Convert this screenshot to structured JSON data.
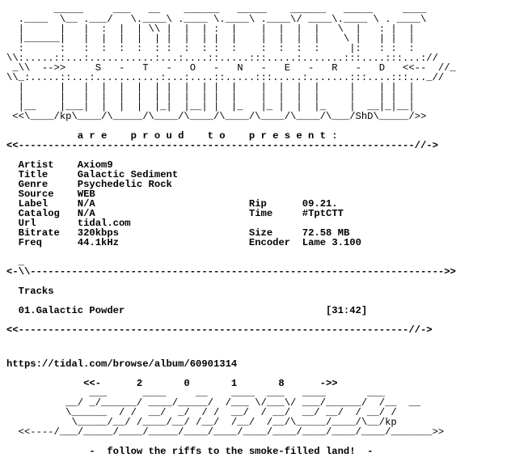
{
  "header_art": [
    "        _____     ___   __    ______   _____    ______   _____     ____",
    "  .____  \\__ .___/   \\.____\\ .____ \\.____\\ .____\\/ ____\\.____ \\ . ____\\",
    "  |      |   |  :  |  | \\\\ |  |  | :  |    |  |  |  |   \\  |   : |  |",
    "  |______|   |  |  |  |  | |  |  | |  |    |  |  |  |    \\ |   | |  |",
    "  :      :   :  :  :  :  : :  :  : :  :    :  :  :  :     |:   : :  :",
    "\\\\:.....::...:...........:...:....::.....:::.....:.......:::....:::...://",
    " _\\\\  -->>     S   -   T   -   O   -   N   -   E   -   R   -   D   <<--  //_",
    "\\\\_:.....::...:...........:...:....::.....:::.....:.......:::....:::..._//",
    "  |      |   |  |  |  |  | |  |  | |  |    |  |  |  |     |    | |  |",
    "  |      |   |  |  |  |  | |  |  | |  |    |  |  |  |     |    | |  |",
    "  |__    |___|  |  |  |  |_|  |__| |  |_   |_ |  |  |_    |  __|_|__|",
    " <<\\____/kp\\____/\\_____/\\____/\\____/\\____/\\____/\\____/\\___/ShD\\_____/>>"
  ],
  "present_line": "            a r e    p r o u d    t o    p r e s e n t :",
  "sep_top": "<<-------------------------------------------------------------------//->",
  "info": {
    "artist_label": "Artist",
    "artist": "Axiom9",
    "title_label": "Title",
    "title": "Galactic Sediment",
    "genre_label": "Genre",
    "genre": "Psychedelic Rock",
    "source_label": "Source",
    "source": "WEB",
    "label_label": "Label",
    "label": "N/A",
    "catalog_label": "Catalog",
    "catalog": "N/A",
    "url_label": "Url",
    "url": "tidal.com",
    "bitrate_label": "Bitrate",
    "bitrate": "320kbps",
    "freq_label": "Freq",
    "freq": "44.1kHz",
    "rip_label": "Rip",
    "rip": "09.21.",
    "time_label": "Time",
    "time": "#TptCTT",
    "size_label": "Size",
    "size": "72.58 MB",
    "encoder_label": "Encoder",
    "encoder": "Lame 3.100"
  },
  "sep_mid_top": "  _",
  "sep_mid": "<-\\\\---------------------------------------------------------------------->>",
  "tracks_heading": "Tracks",
  "tracks": [
    {
      "name": "01.Galactic Powder",
      "duration": "[31:42]"
    }
  ],
  "sep_after_tracks": "<<------------------------------------------------------------------//->",
  "link": "https://tidal.com/browse/album/60901314",
  "year_line": "             <<-      2       0       1       8      ->>",
  "footer_art": [
    "              ___      ____     __    ____  ___   ____       ___",
    "          __/ _/______/ ____/_____/  /___ \\/___\\/ ___/______/  /__  __",
    "          \\______  / /  __/  _/  / /  __/  / __/  __/ __/  / __/ /",
    "           \\_____/__/ /____/__/ /__/  /__/  /__/\\_____/____/\\__/kp",
    "  <<----/___/_____/____/_____/____/____/____/____/____/____/____/_______>>"
  ],
  "tagline": "              -  follow the riffs to the smoke-filled land!  -"
}
